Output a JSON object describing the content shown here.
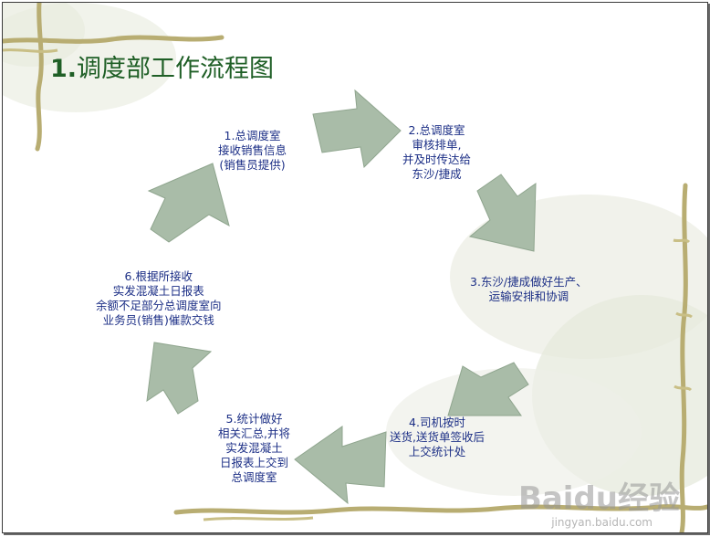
{
  "title": {
    "number": "1.",
    "text": "调度部工作流程图"
  },
  "steps": [
    {
      "lines": [
        "1.总调度室",
        "接收销售信息",
        "(销售员提供)"
      ]
    },
    {
      "lines": [
        "2.总调度室",
        "审核排单,",
        "并及时传达给",
        "东沙/捷成"
      ]
    },
    {
      "lines": [
        "3.东沙/捷成做好生产、",
        "运输安排和协调"
      ]
    },
    {
      "lines": [
        "4.司机按时",
        "送货,送货单签收后",
        "上交统计处"
      ]
    },
    {
      "lines": [
        "5.统计做好",
        "相关汇总,并将",
        "实发混凝土",
        "日报表上交到",
        "总调度室"
      ]
    },
    {
      "lines": [
        "6.根据所接收",
        "实发混凝土日报表",
        "余额不足部分总调度室向",
        "业务员(销售)催款交钱"
      ]
    }
  ],
  "watermark": {
    "logo": "Baidu经验",
    "url": "jingyan.baidu.com"
  },
  "colors": {
    "arrow_fill": "#a9bca8",
    "arrow_stroke": "#8fa58e",
    "title": "#1f5f26",
    "text": "#1c2f86",
    "vine": "#b5a86a"
  }
}
